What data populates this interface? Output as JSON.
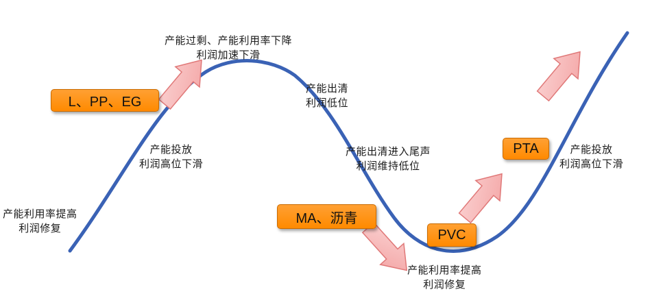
{
  "colors": {
    "curve": "#3a62b5",
    "arrow_fill": "#f6b6b6",
    "arrow_stroke": "#e07878",
    "tag_fill": "#ff9a1f"
  },
  "tags": {
    "l_pp_eg": "L、PP、EG",
    "ma_asphalt": "MA、沥青",
    "pvc": "PVC",
    "pta": "PTA"
  },
  "notes": {
    "start": [
      "产能利用率提高",
      "利润修复"
    ],
    "rise": [
      "产能投放",
      "利润高位下滑"
    ],
    "peak": [
      "产能过剩、产能利用率下降",
      "利润加速下滑"
    ],
    "clearing": [
      "产能出清",
      "利润低位"
    ],
    "clearing_end": [
      "产能出清进入尾声",
      "利润维持低位"
    ],
    "bottom": [
      "产能利用率提高",
      "利润修复"
    ],
    "right": [
      "产能投放",
      "利润高位下滑"
    ]
  }
}
